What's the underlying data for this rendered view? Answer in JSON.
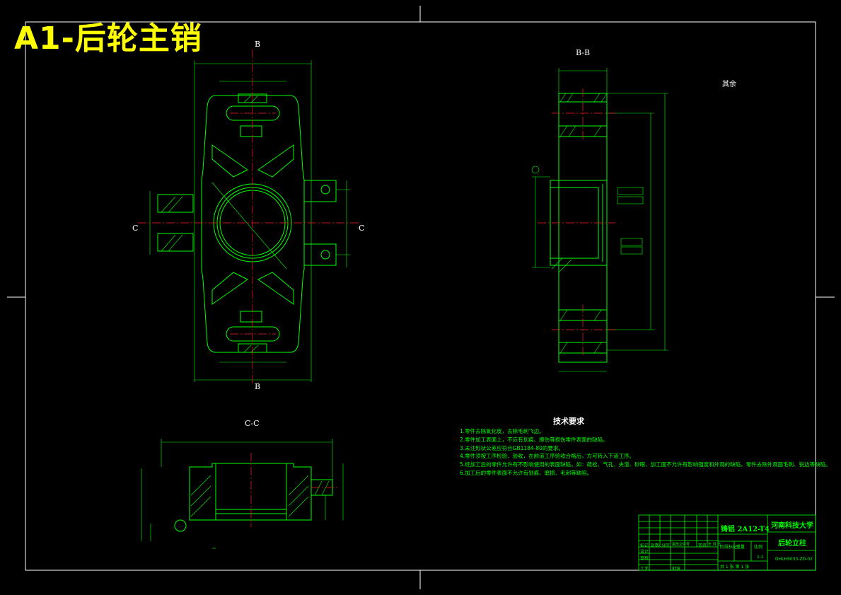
{
  "sheet_title": "A1-后轮主销",
  "views": {
    "section_bb": "B-B",
    "section_cc": "C-C",
    "mark_b_top": "B",
    "mark_b_bottom": "B",
    "mark_c_left": "C",
    "mark_c_right": "C"
  },
  "surface_note": "其余",
  "technical_requirements": {
    "title": "技术要求",
    "items": [
      "1.零件去除氧化皮，去除毛刺飞边。",
      "2.零件加工表面上，不应有划痕、擦伤等损伤零件表面的缺陷。",
      "3.未注形状公差应符合GB1184-80的要求。",
      "4.零件须按工序检验、验收，在前道工序验收合格后，方可转入下道工序。",
      "5.经加工后的零件允许有不影响使用的表面缺陷，如：疏松、气孔、夹渣、砂眼，加工面不允许有影响强度和外观的缺陷，零件去除外观面毛刺、锐边等缺陷。",
      "6.加工后的零件表面不允许有划痕、磨损、毛刺等缺陷。"
    ]
  },
  "title_block": {
    "material": "铸铝 2A12-T4",
    "school": "河南科技大学",
    "part_name": "后轮立柱",
    "drawing_no": "DHLHS033-ZD-02",
    "scale": "1:1",
    "sheet_info": "共 1 张   第 1 张",
    "headers": [
      "标记",
      "处数",
      "分区",
      "更改文件号",
      "签名",
      "年.月.日"
    ],
    "roles": [
      "设计",
      "审核",
      "工艺",
      "批准"
    ],
    "stage_labels": [
      "阶段标记",
      "重量",
      "比例"
    ]
  },
  "colors": {
    "geometry": "#00ff00",
    "centerline": "#ff2020",
    "text": "#ffffff",
    "title": "#ffff00",
    "frame": "#ffffff"
  }
}
